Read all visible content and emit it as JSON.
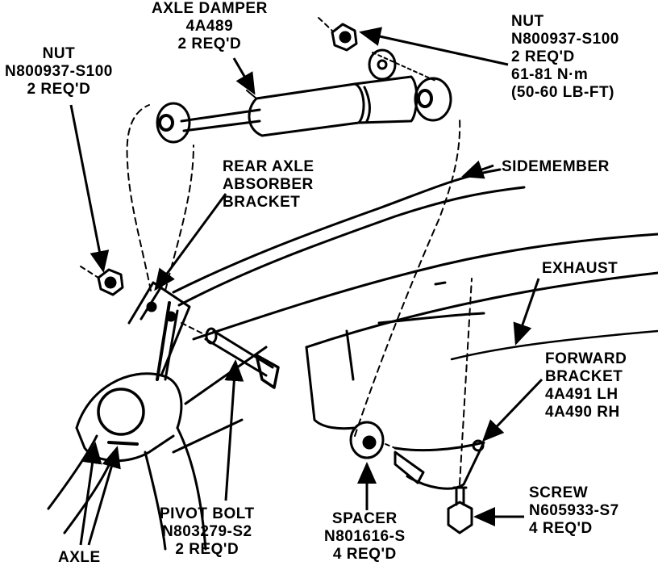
{
  "labels": {
    "axle_damper": [
      "AXLE DAMPER",
      "4A489",
      "2 REQ'D"
    ],
    "nut_left": [
      "NUT",
      "N800937-S100",
      "2 REQ'D"
    ],
    "nut_right": [
      "NUT",
      "N800937-S100",
      "2 REQ'D",
      "61-81 N·m",
      "(50-60 LB-FT)"
    ],
    "rear_axle_bracket": [
      "REAR AXLE",
      "ABSORBER",
      "BRACKET"
    ],
    "sidemember": [
      "SIDEMEMBER"
    ],
    "exhaust": [
      "EXHAUST"
    ],
    "forward_bracket": [
      "FORWARD",
      "BRACKET",
      "4A491 LH",
      "4A490 RH"
    ],
    "screw": [
      "SCREW",
      "N605933-S7",
      "4 REQ'D"
    ],
    "pivot_bolt": [
      "PIVOT BOLT",
      "N803279-S2",
      "2 REQ'D"
    ],
    "spacer": [
      "SPACER",
      "N801616-S",
      "4 REQ'D"
    ],
    "axle": [
      "AXLE"
    ]
  },
  "colors": {
    "ink": "#000000",
    "paper": "#ffffff"
  }
}
